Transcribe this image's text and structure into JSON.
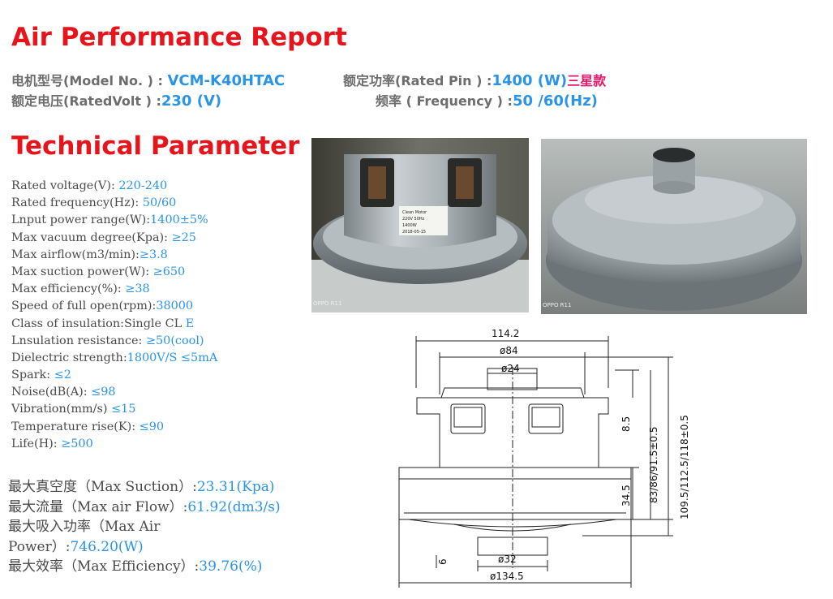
{
  "header": {
    "title": "Air Performance Report",
    "model_label": "电机型号(Model No. ) : ",
    "model_value": "VCM-K40HTAC",
    "power_label": "额定功率(Rated Pin ) :",
    "power_value": "1400 (W)",
    "power_note": "三星款",
    "volt_label": "额定电压(RatedVolt ) :",
    "volt_value": "230 (V)",
    "freq_label": "频率 ( Frequency ) :",
    "freq_value": "50 /60(Hz)"
  },
  "tech": {
    "title": "Technical Parameter",
    "params": [
      {
        "label": "Rated voltage(V):  ",
        "value": "220-240"
      },
      {
        "label": "Rated frequency(Hz): ",
        "value": "50/60"
      },
      {
        "label": "Lnput power range(W):",
        "value": "1400±5%"
      },
      {
        "label": "Max vacuum degree(Kpa): ",
        "value": "≥25"
      },
      {
        "label": "Max airflow(m3/min):",
        "value": "≥3.8"
      },
      {
        "label": "Max suction power(W): ",
        "value": "≥650"
      },
      {
        "label": "Max efficiency(%): ",
        "value": "≥38"
      },
      {
        "label": "Speed of full open(rpm):",
        "value": "38000"
      },
      {
        "label": "Class of insulation:Single CL ",
        "value": "E"
      },
      {
        "label": "Lnsulation resistance: ",
        "value": "≥50(cool)"
      },
      {
        "label": "Dielectric strength:",
        "value": "1800V/S ≤5mA"
      },
      {
        "label": "Spark: ",
        "value": "≤2"
      },
      {
        "label": "Noise(dB(A): ",
        "value": "≤98"
      },
      {
        "label": "Vibration(mm/s) ",
        "value": "≤15"
      },
      {
        "label": "Temperature rise(K): ",
        "value": "≤90"
      },
      {
        "label": "Life(H): ",
        "value": "≥500"
      }
    ]
  },
  "max_values": [
    {
      "label": "最大真空度（Max Suction）:",
      "value": "23.31(Kpa)"
    },
    {
      "label": "最大流量（Max air Flow）:",
      "value": "61.92(dm3/s)"
    },
    {
      "label": "最大吸入功率（Max Air",
      "value": ""
    },
    {
      "label": "Power）:",
      "value": "746.20(W)"
    },
    {
      "label": "最大效率（Max Efficiency）:",
      "value": "39.76(%)"
    }
  ],
  "photos": {
    "left_label_lines": [
      "Clean Motor",
      "220V 50Hz",
      "1400W",
      "2018-05-15"
    ],
    "left_watermark": "OPPO R11",
    "right_watermark": "OPPO R11"
  },
  "drawing": {
    "dim_width_top": "114.2",
    "dim_dia_84": "ø84",
    "dim_dia_24": "ø24",
    "dim_8_5": "8.5",
    "dim_34_5": "34.5",
    "dim_heights_a": "83/86/91.5±0.5",
    "dim_heights_b": "109.5/112.5/118±0.5",
    "dim_6": "6",
    "dim_dia_32": "ø32",
    "dim_dia_134": "ø134.5"
  }
}
